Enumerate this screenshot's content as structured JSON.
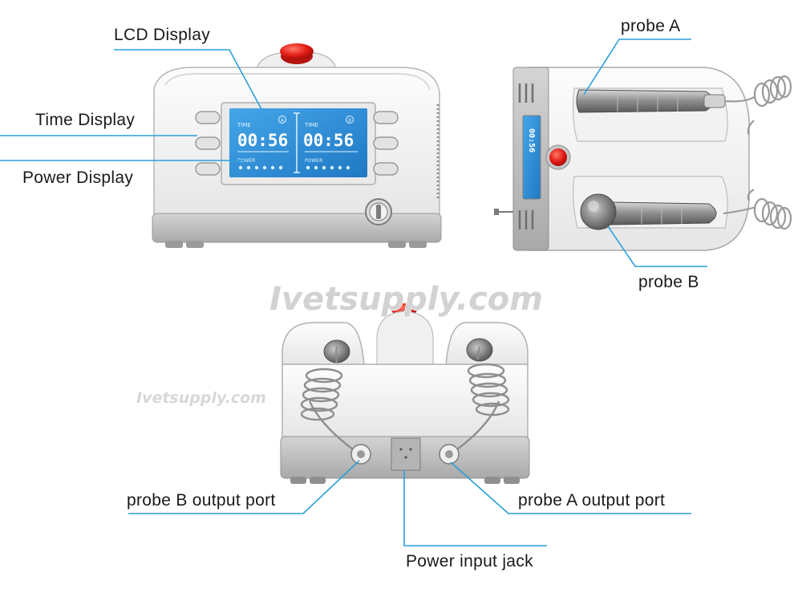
{
  "labels": {
    "lcd_display": "LCD  Display",
    "time_display": "Time  Display",
    "power_display": "Power  Display",
    "probe_a": "probe A",
    "probe_b": "probe B",
    "probe_b_port": "probe B output  port",
    "probe_a_port": "probe A output  port",
    "power_jack": "Power input jack"
  },
  "lcd": {
    "left_time_label": "TIME",
    "left_time": "00:56",
    "left_power_label": "POWER",
    "left_channel": "A",
    "right_time_label": "TIME",
    "right_time": "00:56",
    "right_power_label": "POWER",
    "right_channel": "B",
    "side_time": "00:56"
  },
  "watermark": {
    "main": "Ivetsupply.com",
    "small": "Ivetsupply.com"
  },
  "colors": {
    "leader_line": "#2a9fd8",
    "lcd_blue": "#2d8ed6",
    "lcd_light": "#dff3ff",
    "knob_red": "#e02020",
    "body_white": "#f6f6f6",
    "body_gray": "#c9c9c9"
  }
}
